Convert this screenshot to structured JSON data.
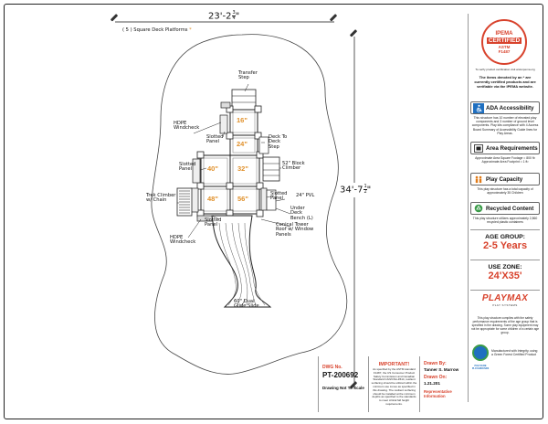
{
  "dimensions": {
    "width": "23'-2",
    "width_frac_num": "3",
    "width_frac_den": "4",
    "width_tail": "\"",
    "height": "34'-7",
    "height_frac_num": "1",
    "height_frac_den": "2",
    "height_tail": "\""
  },
  "labels": {
    "square_deck": "( 5 ) Square Deck Platforms",
    "transfer_step": "Transfer Step",
    "hdpe_windcheck_top": "HDPE Windcheck",
    "slotted_panel_1": "Slotted Panel",
    "deck_to_deck": "Deck To Deck Step",
    "slotted_panel_2": "Slotted Panel",
    "block_climber": "52\" Block Climber",
    "trek_climber": "Trek Climber w/ Chain",
    "slotted_panel_3": "Slotted Panel",
    "pvc": "24\" PVL",
    "under_deck_bench": "Under Deck Bench (L)",
    "slotted_panel_4": "Slotted Panel",
    "conical_tower_roof": "Conical Tower Roof w/ Window Panels",
    "hdpe_windcheck_bottom": "HDPE Windcheck",
    "dual_glide_slide": "60\" Dual Glide Slide"
  },
  "deck_heights": [
    "16\"",
    "24\"",
    "40\"",
    "32\"",
    "48\"",
    "56\""
  ],
  "side_panel": {
    "ipema_top": "IPEMA",
    "ipema_certified": "CERTIFIED",
    "ipema_astm": "ASTM",
    "ipema_standard": "F1487",
    "ipema_note": "To verify product certification visit www.ipema.org",
    "ipema_statement": "The items denoted by an * are currently certified products and are verifiable via the IPEMA website.",
    "ada_title": "ADA Accessibility",
    "ada_text": "This structure has 10 number of elevated play components and 3 number of ground level components. Play kits compliance with 4 Access Board Summary of Accessibility Guide lines for Play Areas.",
    "area_title": "Area Requirements",
    "area_text": "Approximate Area Square Footage = 800 ft² Approximate Area Footprint = 1 ft²",
    "capacity_title": "Play Capacity",
    "capacity_text": "This play structure has a total capacity of approximately 35 Children",
    "recycled_title": "Recycled Content",
    "recycled_text": "This play structure utilizes approximately 2,860 recycled plastic containers",
    "age_label": "AGE GROUP:",
    "age_value": "2-5 Years",
    "zone_label": "USE ZONE:",
    "zone_value": "24'X35'",
    "brand": "PLAYMAX",
    "brand_sub": "PLAY SYSTEMS",
    "compliance": "This play structure complies with the safety performance requirements of the age group that is specified in the drawing. Some play equipment may not be appropriate for some children of a certain age group.",
    "manufacturer": "Manufactured with Integrity, using a Green Forest Certified Product",
    "polycube_brand": "POLYCUBE PLAYGROUNDS"
  },
  "title_block": {
    "dwg_label": "DWG No.",
    "dwg_number": "PT-200692",
    "scale_note": "Drawing Not To Scale",
    "important_title": "IMPORTANT!",
    "important_text": "As specified by the ASTM standard F1487, the US Consumer Product Safety Commission and Canadian Standard CAN/CSA-Z614, resilient surfacing should be utilized within the minimum use zones as specified in this drawing. The resilient surfacing should be installed at the minimum depths as specified to the standards to meet critical fall height requirements.",
    "drawn_by_label": "Drawn By:",
    "drawn_by": "Tanner S. Marrow",
    "drawn_on_label": "Drawn On:",
    "drawn_on": "1.21.201",
    "rep_info": "Representative Information"
  },
  "colors": {
    "accent_orange": "#e0902a",
    "brand_red": "#d8422c",
    "ada_blue": "#1f6fc0",
    "recycle_green": "#3a9b48"
  }
}
